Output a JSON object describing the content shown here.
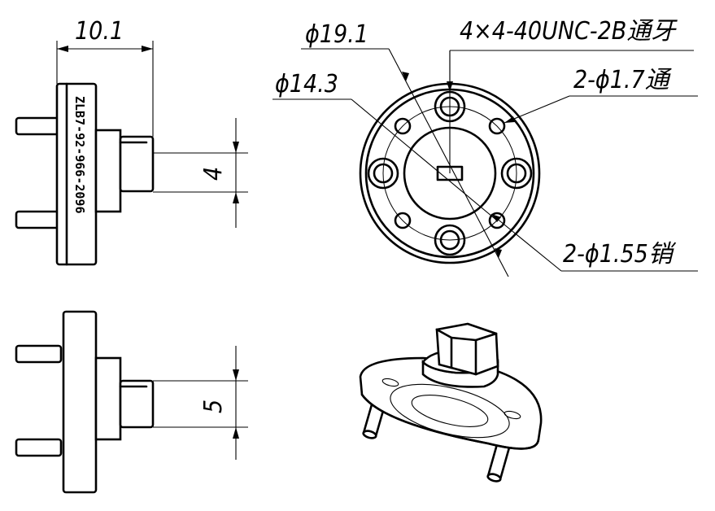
{
  "drawing": {
    "views": {
      "side_top": {
        "dim_width": "10.1",
        "dim_height": "4",
        "part_number": "ZLB7-92-966-2096"
      },
      "side_bottom": {
        "dim_height": "5"
      },
      "front": {
        "callouts": {
          "outer_dia": "ϕ19.1",
          "bolt_circle_dia": "ϕ14.3",
          "threaded_holes": "4×4-40UNC-2B通牙",
          "through_holes": "2-ϕ1.7通",
          "pin_holes": "2-ϕ1.55销"
        }
      },
      "isometric": {}
    }
  }
}
